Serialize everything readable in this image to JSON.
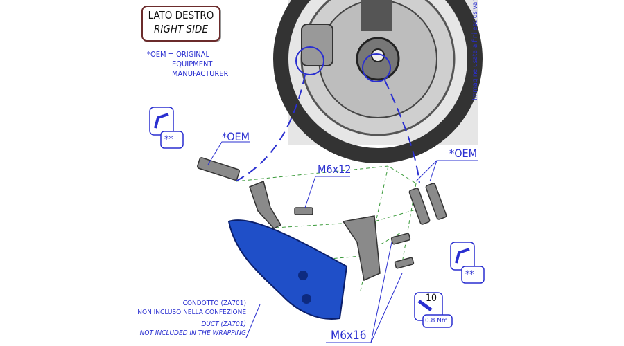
{
  "side_label": {
    "it": "LATO DESTRO",
    "en": "RIGHT SIDE"
  },
  "oem_note": {
    "line1": "*OEM = ORIGINAL",
    "line2": "EQUIPMENT",
    "line3": "MANUFACTURER"
  },
  "photo_caption": "Immagine usata a fini esclusivame",
  "callouts": {
    "oem_left": "*OEM",
    "oem_right": "*OEM",
    "m6x12": "M6x12",
    "m6x16": "M6x16",
    "star_left": "**",
    "star_right": "**",
    "wrench_size": "10",
    "torque": "0.8 Nm"
  },
  "duct_note": {
    "it1": "CONDOTTO (ZA701)",
    "it2": "NON INCLUSO NELLA CONFEZIONE",
    "en1": "DUCT (ZA701)",
    "en2": "NOT INCLUDED IN THE WRAPPING"
  },
  "colors": {
    "accent": "#2a2fd0",
    "duct": "#1f4fc8",
    "guide": "#3a9a3a"
  }
}
